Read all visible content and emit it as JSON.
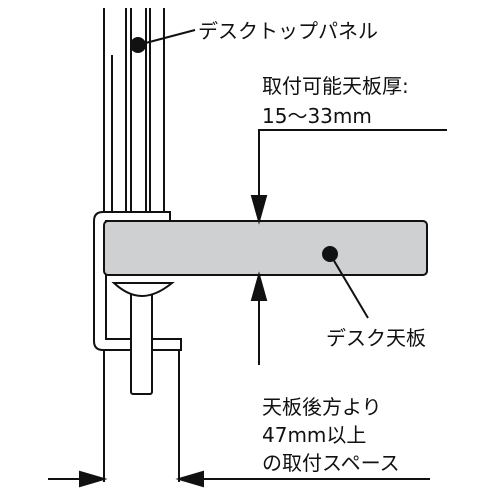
{
  "labels": {
    "panel": "デスクトップパネル",
    "thickness_line1": "取付可能天板厚:",
    "thickness_line2": "15～33mm",
    "desk_top": "デスク天板",
    "clearance_line1": "天板後方より",
    "clearance_line2": "47mm以上",
    "clearance_line3": "の取付スペース"
  },
  "colors": {
    "desk_top_fill": "#cfd0d2",
    "line": "#111111",
    "background": "#ffffff"
  }
}
